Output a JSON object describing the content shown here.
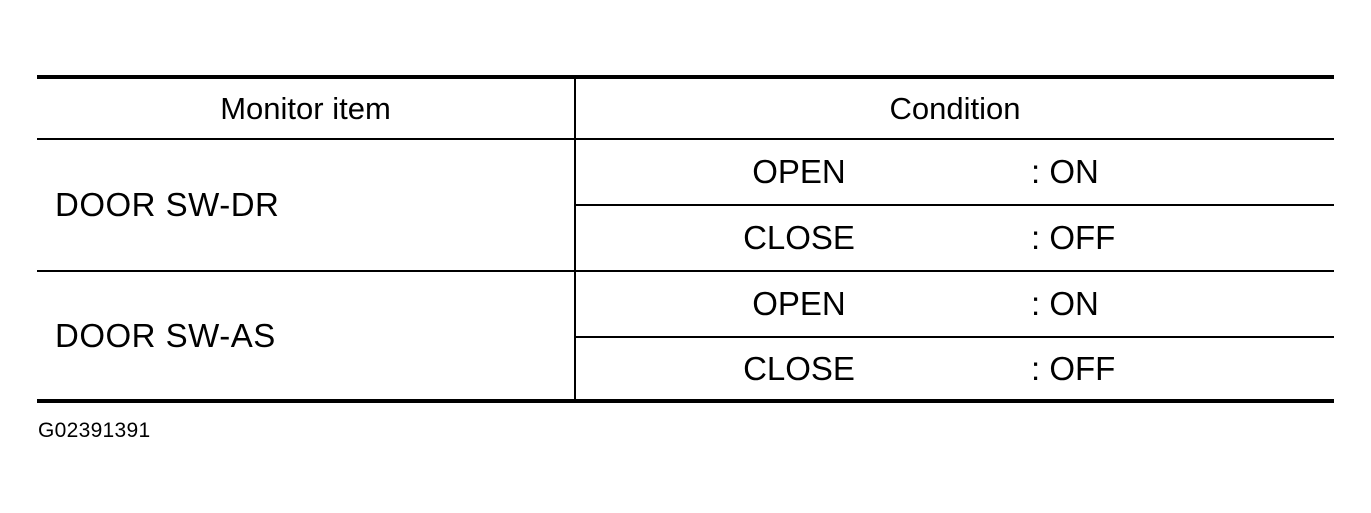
{
  "table": {
    "headers": {
      "monitor_item": "Monitor item",
      "condition": "Condition"
    },
    "rows": [
      {
        "item": "DOOR SW-DR",
        "conditions": [
          {
            "state": "OPEN",
            "value": ": ON"
          },
          {
            "state": "CLOSE",
            "value": ": OFF"
          }
        ]
      },
      {
        "item": "DOOR SW-AS",
        "conditions": [
          {
            "state": "OPEN",
            "value": ": ON"
          },
          {
            "state": "CLOSE",
            "value": ": OFF"
          }
        ]
      }
    ]
  },
  "figure_id": "G02391391"
}
